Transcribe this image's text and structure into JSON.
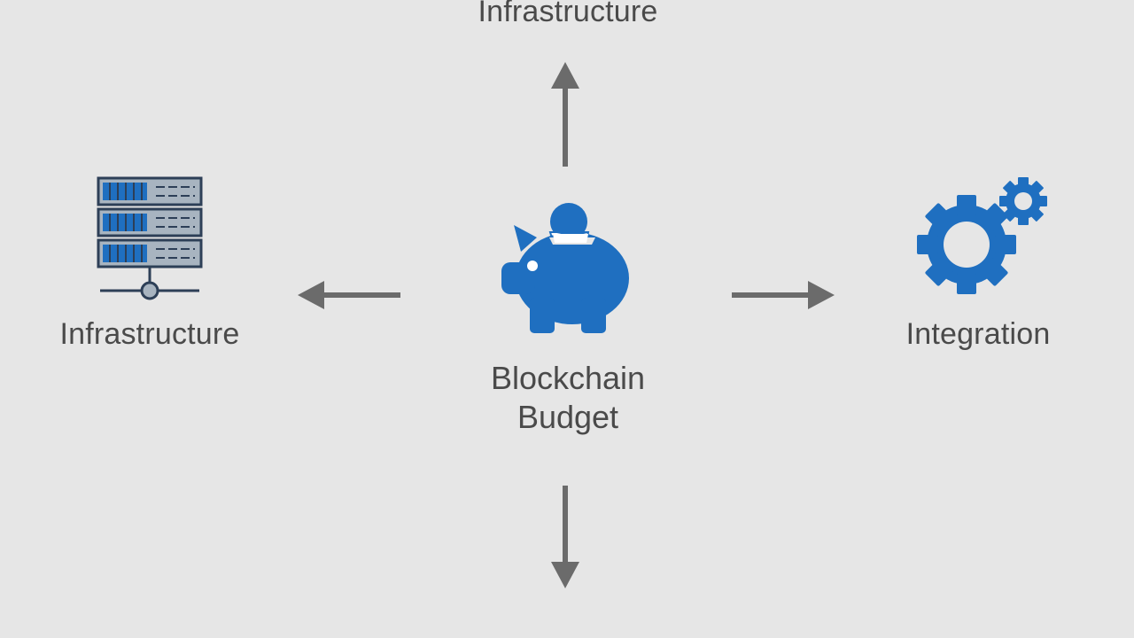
{
  "diagram": {
    "center": {
      "icon": "piggy-bank-icon",
      "line1": "Blockchain",
      "line2": "Budget"
    },
    "nodes": {
      "top": {
        "label": "Infrastructure"
      },
      "left": {
        "label": "Infrastructure",
        "icon": "server-rack-icon"
      },
      "right": {
        "label": "Integration",
        "icon": "gears-icon"
      },
      "bottom": {
        "label": ""
      }
    },
    "colors": {
      "background": "#e6e6e6",
      "accent_blue": "#1f6fc0",
      "text": "#4a4a4a",
      "arrow": "#6b6b6b"
    }
  }
}
